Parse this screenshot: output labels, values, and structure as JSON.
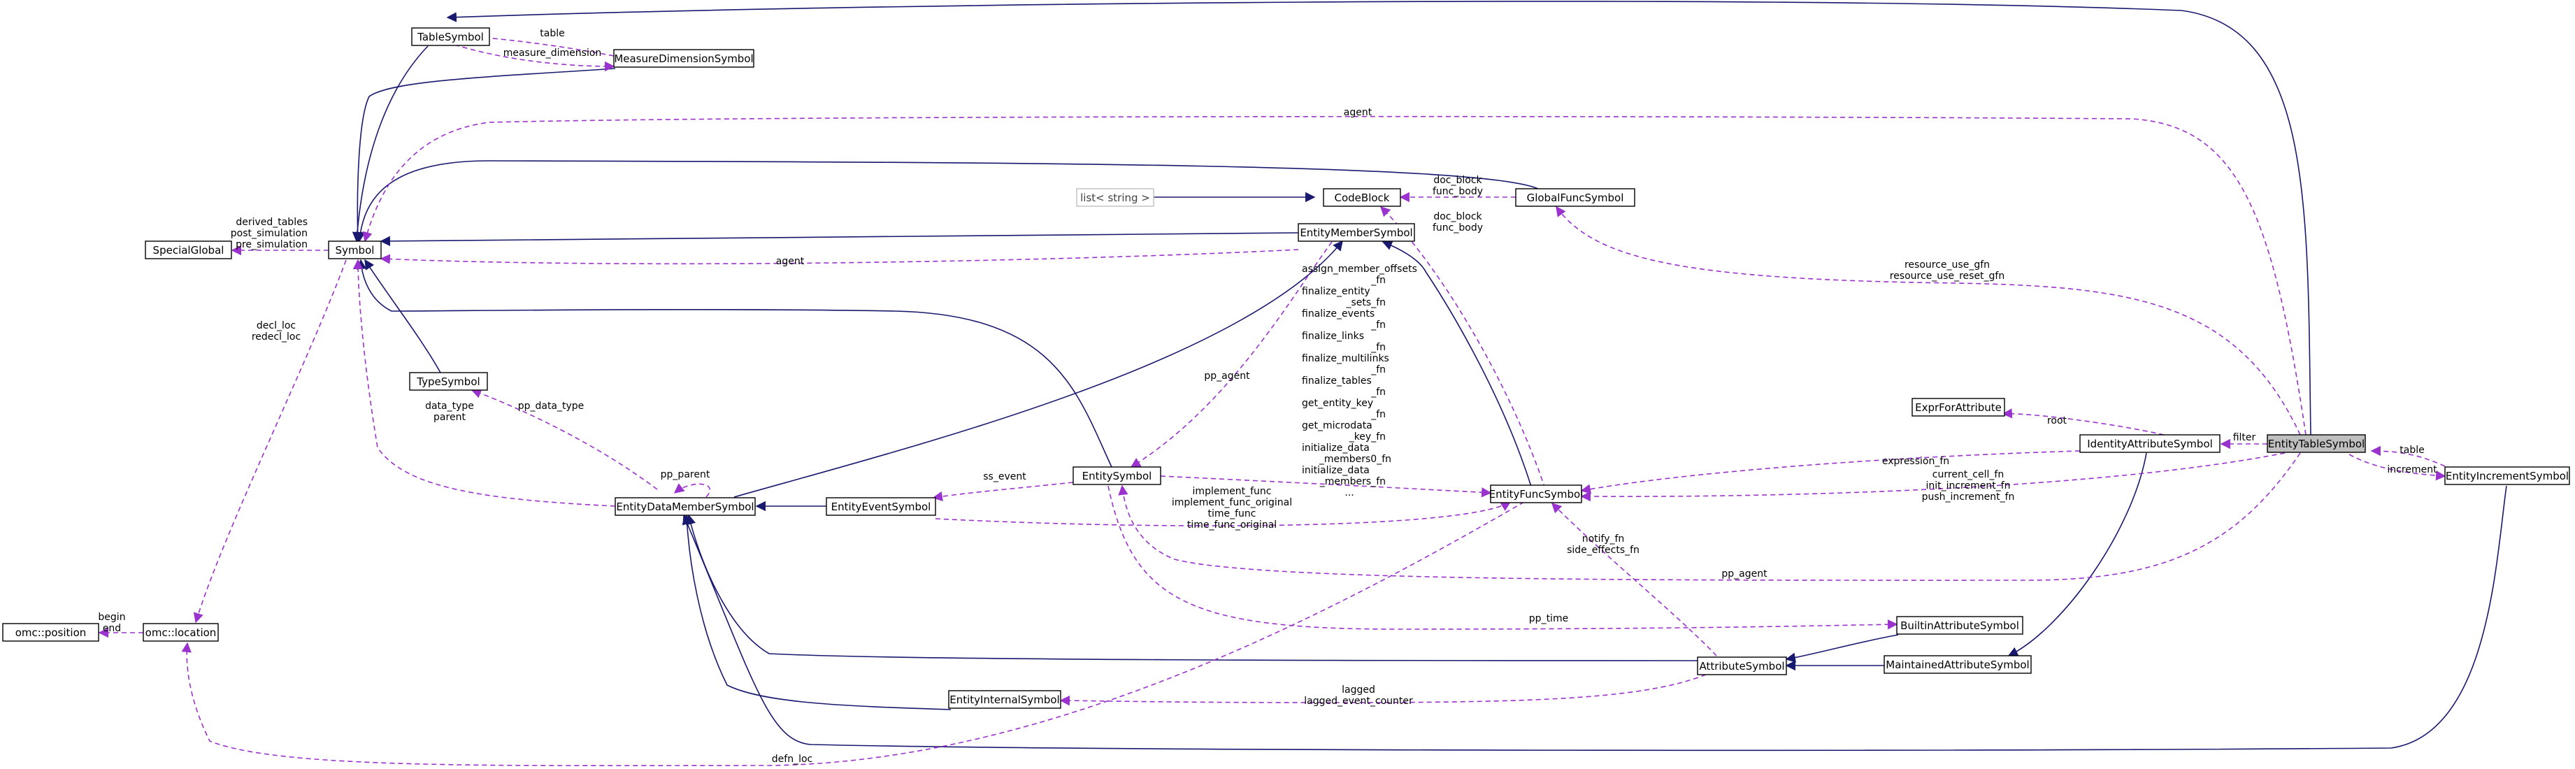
{
  "colors": {
    "inheritance_edge": "#191970",
    "usage_edge": "#9a32cd",
    "highlighted_node_fill": "#bfbfbf",
    "node_border": "#000000",
    "background": "#ffffff"
  },
  "nodes": {
    "table_symbol": "TableSymbol",
    "measure_dimension_symbol": "MeasureDimensionSymbol",
    "special_global": "SpecialGlobal",
    "symbol": "Symbol",
    "type_symbol": "TypeSymbol",
    "omc_position": "omc::position",
    "omc_location": "omc::location",
    "list_string": "list< string >",
    "code_block": "CodeBlock",
    "global_func_symbol": "GlobalFuncSymbol",
    "entity_member_symbol": "EntityMemberSymbol",
    "entity_symbol": "EntitySymbol",
    "entity_data_member_symbol": "EntityDataMemberSymbol",
    "entity_event_symbol": "EntityEventSymbol",
    "entity_func_symbol": "EntityFuncSymbol",
    "expr_for_attribute": "ExprForAttribute",
    "identity_attribute_symbol": "IdentityAttributeSymbol",
    "entity_table_symbol": "EntityTableSymbol",
    "entity_increment_symbol": "EntityIncrementSymbol",
    "builtin_attribute_symbol": "BuiltinAttributeSymbol",
    "attribute_symbol": "AttributeSymbol",
    "maintained_attribute_symbol": "MaintainedAttributeSymbol",
    "entity_internal_symbol": "EntityInternalSymbol"
  },
  "edge_labels": {
    "table": "table",
    "measure_dimension": "measure_dimension",
    "agent_top": "agent",
    "agent_mid": "agent",
    "derived_tables": [
      "derived_tables",
      "post_simulation",
      "pre_simulation"
    ],
    "decl_loc": [
      "decl_loc",
      "redecl_loc"
    ],
    "begin_end": [
      "begin",
      "end"
    ],
    "doc_block_global": [
      "doc_block",
      "func_body"
    ],
    "doc_block_entity": [
      "doc_block",
      "func_body"
    ],
    "resource_use": [
      "resource_use_gfn",
      "resource_use_reset_gfn"
    ],
    "pp_agent_left": "pp_agent",
    "member_fns": [
      "assign_member_offsets",
      "_fn",
      "finalize_entity",
      "_sets_fn",
      "finalize_events",
      "_fn",
      "finalize_links",
      "_fn",
      "finalize_multilinks",
      "_fn",
      "finalize_tables",
      "_fn",
      "get_entity_key",
      "_fn",
      "get_microdata",
      "_key_fn",
      "initialize_data",
      "_members0_fn",
      "initialize_data",
      "_members_fn",
      "..."
    ],
    "pp_data_type": "pp_data_type",
    "data_type": [
      "data_type",
      "parent"
    ],
    "pp_parent": "pp_parent",
    "ss_event": "ss_event",
    "implement": [
      "implement_func",
      "implement_func_original",
      "time_func",
      "time_func_original"
    ],
    "root": "root",
    "expression_fn": "expression_fn",
    "filter": "filter",
    "table_right": "table",
    "increment": "increment",
    "current_cell": [
      "current_cell_fn",
      "init_increment_fn",
      "push_increment_fn"
    ],
    "pp_agent_bottom": "pp_agent",
    "notify_fn": [
      "notify_fn",
      "side_effects_fn"
    ],
    "pp_time": "pp_time",
    "lagged": [
      "lagged",
      "lagged_event_counter"
    ],
    "defn_loc": "defn_loc"
  }
}
